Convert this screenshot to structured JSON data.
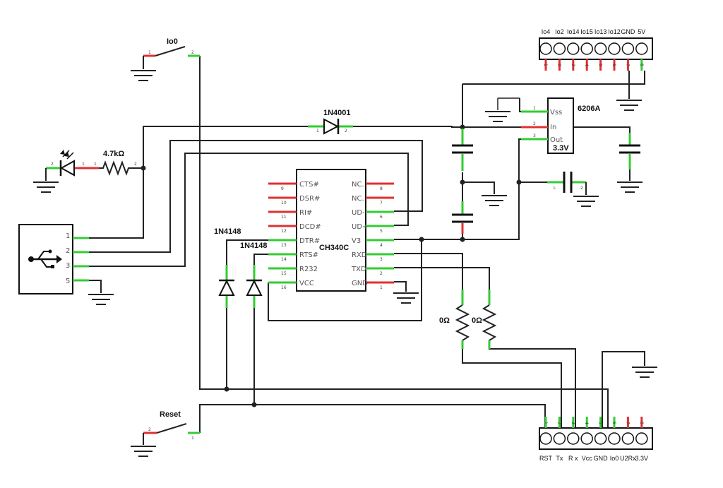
{
  "labels": {
    "io0_switch": "Io0",
    "reset_switch": "Reset",
    "diode_power": "1N4001",
    "resistor": "4.7kΩ",
    "diode_dtr": "1N4148",
    "diode_rts": "1N4148",
    "chip": "CH340C",
    "regulator": "6206A",
    "regulator_voltage": "3.3V",
    "res_rxd": "0Ω",
    "res_txd": "0Ω"
  },
  "ch340c_pins": {
    "left": [
      {
        "num": "9",
        "name": "CTS#"
      },
      {
        "num": "10",
        "name": "DSR#"
      },
      {
        "num": "11",
        "name": "RI#"
      },
      {
        "num": "12",
        "name": "DCD#"
      },
      {
        "num": "13",
        "name": "DTR#"
      },
      {
        "num": "14",
        "name": "RTS#"
      },
      {
        "num": "15",
        "name": "R232"
      },
      {
        "num": "16",
        "name": "VCC"
      }
    ],
    "right": [
      {
        "num": "8",
        "name": "NC."
      },
      {
        "num": "7",
        "name": "NC."
      },
      {
        "num": "6",
        "name": "UD-"
      },
      {
        "num": "5",
        "name": "UD+"
      },
      {
        "num": "4",
        "name": "V3"
      },
      {
        "num": "3",
        "name": "RXD"
      },
      {
        "num": "2",
        "name": "TXD"
      },
      {
        "num": "1",
        "name": "GND"
      }
    ]
  },
  "regulator_pins": {
    "vss": "Vss",
    "in": "In",
    "out": "Out",
    "vss_num": "1",
    "in_num": "2",
    "out_num": "3"
  },
  "usb_pins": [
    "1",
    "2",
    "3",
    "5"
  ],
  "top_header": {
    "labels": [
      "Io4",
      "Io2",
      "Io14",
      "Io15",
      "Io13",
      "Io12",
      "GND",
      "5V"
    ],
    "numbers": [
      "1",
      "2",
      "3",
      "4",
      "5",
      "6",
      "7",
      "8"
    ]
  },
  "bottom_header": {
    "labels": [
      "RST",
      "Tx",
      "R x",
      "Vcc",
      "GND",
      "Io0",
      "U2Rx",
      "3.3V"
    ],
    "numbers": [
      "1",
      "2",
      "3",
      "4",
      "5",
      "6",
      "7",
      "8"
    ]
  },
  "small_pin_numbers": {
    "one": "1",
    "two": "2",
    "L": "L"
  }
}
